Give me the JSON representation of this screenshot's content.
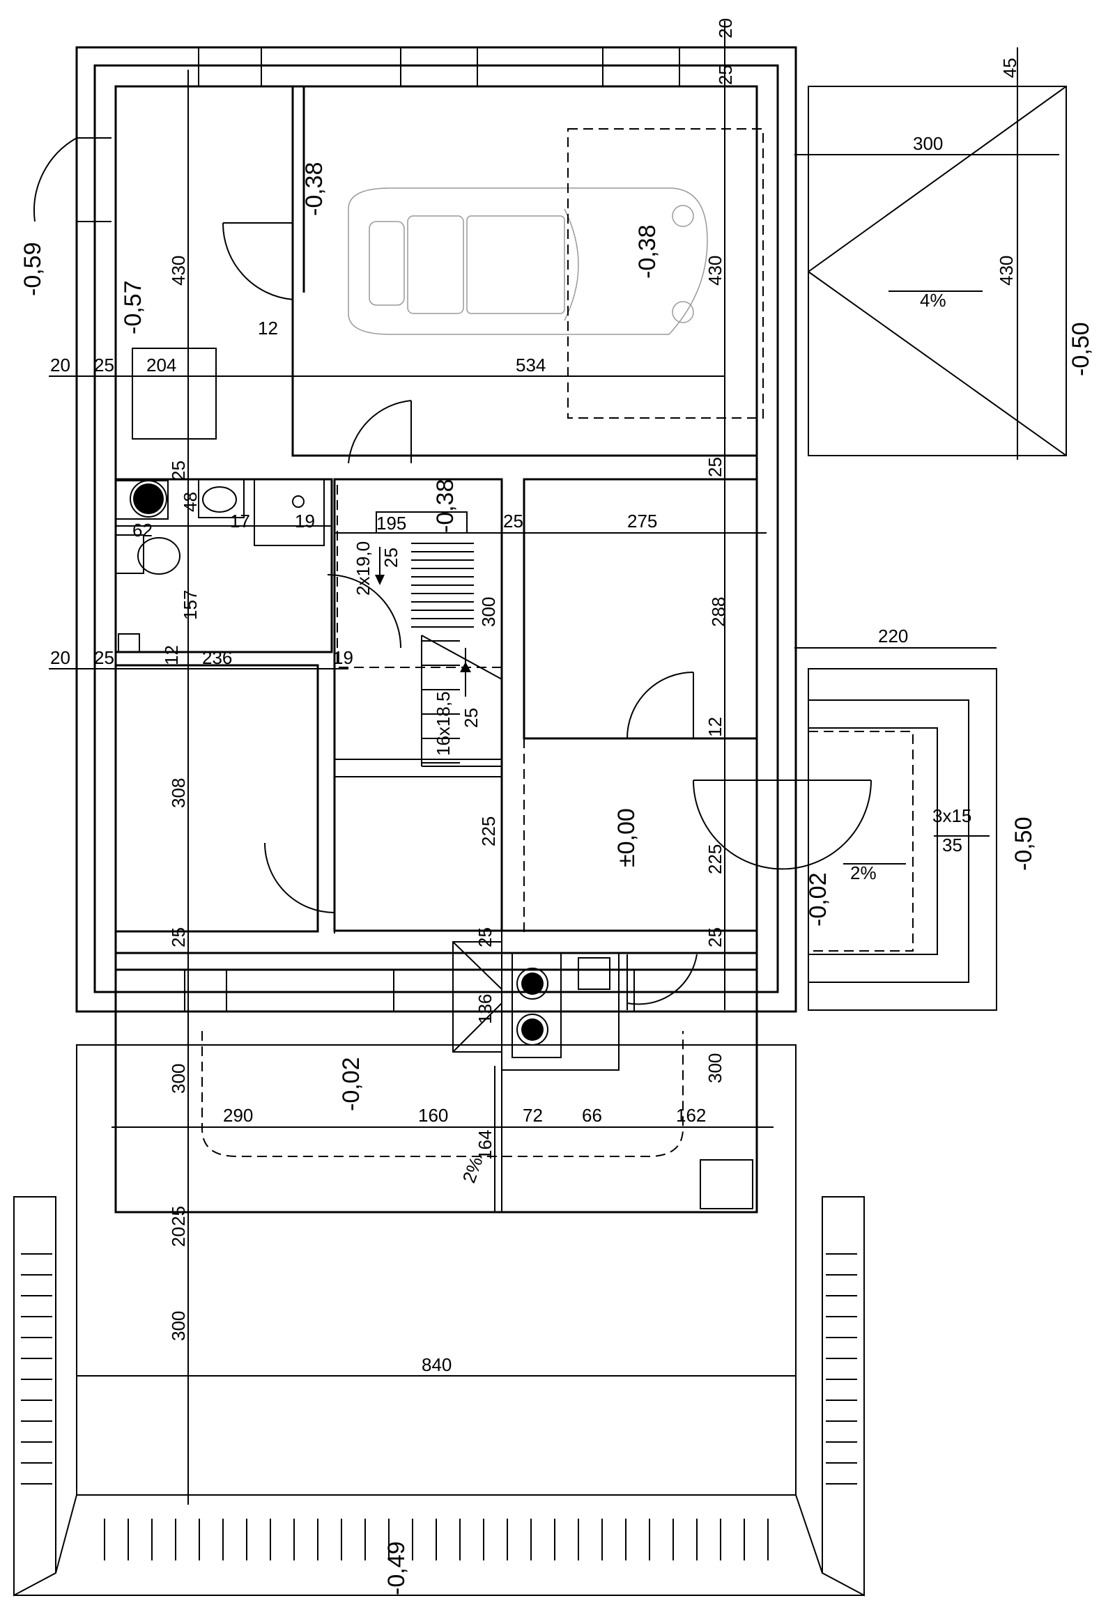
{
  "plan": {
    "dimensions": {
      "d_20_top": "20",
      "d_25_top": "25",
      "d_45": "45",
      "d_300_terrace": "300",
      "d_430_terrace": "430",
      "d_430_garage": "430",
      "d_430_left": "430",
      "d_20_left": "20",
      "d_25_left": "25",
      "d_204": "204",
      "d_534": "534",
      "d_12_door": "12",
      "d_25_bath_a": "25",
      "d_48": "48",
      "d_17": "17",
      "d_19_bath": "19",
      "d_62": "62",
      "d_157": "157",
      "d_195": "195",
      "d_25_mid": "25",
      "d_275": "275",
      "d_25_right_a": "25",
      "d_2x19": "2x19,0",
      "d_25_stair": "25",
      "d_300_stair": "300",
      "d_288": "288",
      "d_220": "220",
      "d_20_left2": "20",
      "d_25_left2": "25",
      "d_12_left": "12",
      "d_236": "236",
      "d_19_left": "19",
      "d_16x18": "16x18,5",
      "d_25_stair2": "25",
      "d_12_right": "12",
      "d_308": "308",
      "d_225_hall": "225",
      "d_225_right": "225",
      "d_3x15": "3x15",
      "d_35": "35",
      "d_25_left3": "25",
      "d_25_kitchen": "25",
      "d_25_right3": "25",
      "d_136": "136",
      "d_300_living": "300",
      "d_300_kitchen": "300",
      "d_290": "290",
      "d_160": "160",
      "d_72": "72",
      "d_66": "66",
      "d_162": "162",
      "d_164": "164",
      "d_20_bottom": "20",
      "d_25_bottom": "25",
      "d_300_terrace_front": "300",
      "d_840": "840"
    },
    "levels": {
      "l_059": "-0,59",
      "l_057": "-0,57",
      "l_038_a": "-0,38",
      "l_038_b": "-0,38",
      "l_038_c": "-0,38",
      "l_050_a": "-0,50",
      "l_050_b": "-0,50",
      "l_000": "±0,00",
      "l_002_a": "-0,02",
      "l_002_b": "-0,02",
      "l_049": "-0,49"
    },
    "slopes": {
      "s_4": "4%",
      "s_2_entry": "2%",
      "s_2_front": "2%"
    }
  }
}
